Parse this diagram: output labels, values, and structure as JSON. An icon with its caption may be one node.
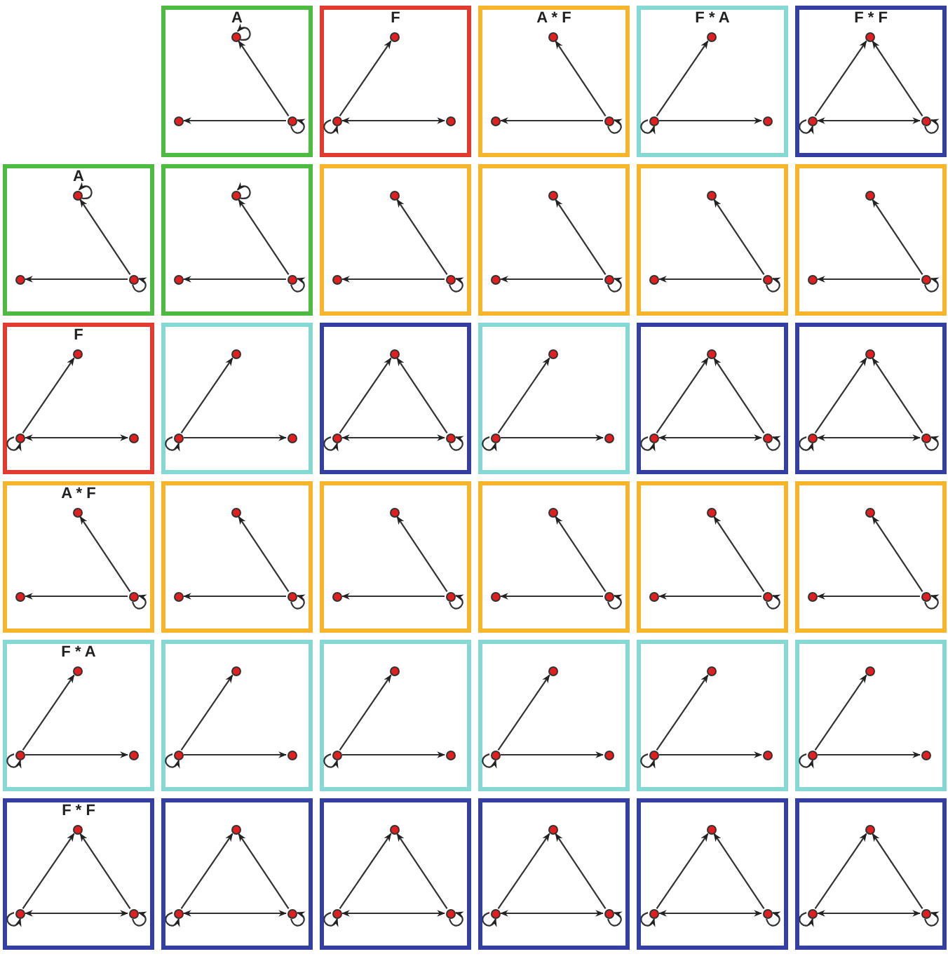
{
  "diagram": {
    "nodes": [
      {
        "text": [
          "A"
        ]
      },
      {
        "text": [],
        "shape": "circle",
        "in": 0
      },
      {
        "text": [],
        "shape": "circle",
        "in": 0
      },
      {
        "text": [],
        "shape": "circle",
        "in": 0
      },
      {
        "text": [
          "F"
        ]
      },
      {
        "text": [],
        "shape": "circle",
        "in": 4
      },
      {
        "text": [],
        "shape": "circle",
        "in": 4
      },
      {
        "text": [],
        "shape": "circle",
        "in": 4
      },
      {
        "text": [
          "A * F"
        ]
      },
      {
        "text": [],
        "shape": "circle",
        "in": 8
      },
      {
        "text": [],
        "shape": "circle",
        "in": 8
      },
      {
        "text": [],
        "shape": "circle",
        "in": 8
      },
      {
        "text": [
          "F * A"
        ]
      },
      {
        "text": [],
        "shape": "circle",
        "in": 12
      },
      {
        "text": [],
        "shape": "circle",
        "in": 12
      },
      {
        "text": [],
        "shape": "circle",
        "in": 12
      },
      {
        "text": [
          "F * F"
        ]
      },
      {
        "text": [],
        "shape": "circle",
        "in": 16
      },
      {
        "text": [],
        "shape": "circle",
        "in": 16
      },
      {
        "text": [],
        "shape": "circle",
        "in": 16
      },
      {
        "text": [
          "A"
        ]
      },
      {
        "text": [],
        "shape": "circle",
        "in": 20
      },
      {
        "text": [],
        "shape": "circle",
        "in": 20
      },
      {
        "text": [],
        "shape": "circle",
        "in": 20
      },
      {
        "text": [],
        "shape": "box"
      },
      {
        "text": [],
        "shape": "circle",
        "in": 24
      },
      {
        "text": [],
        "shape": "circle",
        "in": 24
      },
      {
        "text": [],
        "shape": "circle",
        "in": 24
      },
      {
        "text": [],
        "shape": "box"
      },
      {
        "text": [],
        "shape": "circle",
        "in": 28
      },
      {
        "text": [],
        "shape": "circle",
        "in": 28
      },
      {
        "text": [],
        "shape": "circle",
        "in": 28
      },
      {
        "text": [],
        "shape": "box"
      },
      {
        "text": [],
        "shape": "circle",
        "in": 32
      },
      {
        "text": [],
        "shape": "circle",
        "in": 32
      },
      {
        "text": [],
        "shape": "circle",
        "in": 32
      },
      {
        "text": [],
        "shape": "box"
      },
      {
        "text": [],
        "shape": "circle",
        "in": 36
      },
      {
        "text": [],
        "shape": "circle",
        "in": 36
      },
      {
        "text": [],
        "shape": "circle",
        "in": 36
      },
      {
        "text": [],
        "shape": "box"
      },
      {
        "text": [],
        "shape": "circle",
        "in": 40
      },
      {
        "text": [],
        "shape": "circle",
        "in": 40
      },
      {
        "text": [],
        "shape": "circle",
        "in": 40
      },
      {
        "text": [
          "F"
        ]
      },
      {
        "text": [],
        "shape": "circle",
        "in": 44
      },
      {
        "text": [],
        "shape": "circle",
        "in": 44
      },
      {
        "text": [],
        "shape": "circle",
        "in": 44
      },
      {
        "text": [],
        "shape": "box"
      },
      {
        "text": [],
        "shape": "circle",
        "in": 48
      },
      {
        "text": [],
        "shape": "circle",
        "in": 48
      },
      {
        "text": [],
        "shape": "circle",
        "in": 48
      },
      {
        "text": [],
        "shape": "box"
      },
      {
        "text": [],
        "shape": "circle",
        "in": 52
      },
      {
        "text": [],
        "shape": "circle",
        "in": 52
      },
      {
        "text": [],
        "shape": "circle",
        "in": 52
      },
      {
        "text": [],
        "shape": "box"
      },
      {
        "text": [],
        "shape": "circle",
        "in": 56
      },
      {
        "text": [],
        "shape": "circle",
        "in": 56
      },
      {
        "text": [],
        "shape": "circle",
        "in": 56
      },
      {
        "text": [],
        "shape": "box"
      },
      {
        "text": [],
        "shape": "circle",
        "in": 60
      },
      {
        "text": [],
        "shape": "circle",
        "in": 60
      },
      {
        "text": [],
        "shape": "circle",
        "in": 60
      },
      {
        "text": [],
        "shape": "box"
      },
      {
        "text": [],
        "shape": "circle",
        "in": 64
      },
      {
        "text": [],
        "shape": "circle",
        "in": 64
      },
      {
        "text": [],
        "shape": "circle",
        "in": 64
      },
      {
        "text": [
          "A * F"
        ]
      },
      {
        "text": [],
        "shape": "circle",
        "in": 68
      },
      {
        "text": [],
        "shape": "circle",
        "in": 68
      },
      {
        "text": [],
        "shape": "circle",
        "in": 68
      },
      {
        "text": [],
        "shape": "box"
      },
      {
        "text": [],
        "shape": "circle",
        "in": 72
      },
      {
        "text": [],
        "shape": "circle",
        "in": 72
      },
      {
        "text": [],
        "shape": "circle",
        "in": 72
      },
      {
        "text": [],
        "shape": "box"
      },
      {
        "text": [],
        "shape": "circle",
        "in": 76
      },
      {
        "text": [],
        "shape": "circle",
        "in": 76
      },
      {
        "text": [],
        "shape": "circle",
        "in": 76
      },
      {
        "text": [],
        "shape": "box"
      },
      {
        "text": [],
        "shape": "circle",
        "in": 80
      },
      {
        "text": [],
        "shape": "circle",
        "in": 80
      },
      {
        "text": [],
        "shape": "circle",
        "in": 80
      },
      {
        "text": [],
        "shape": "box"
      },
      {
        "text": [],
        "shape": "circle",
        "in": 84
      },
      {
        "text": [],
        "shape": "circle",
        "in": 84
      },
      {
        "text": [],
        "shape": "circle",
        "in": 84
      },
      {
        "text": [],
        "shape": "box"
      },
      {
        "text": [],
        "shape": "circle",
        "in": 88
      },
      {
        "text": [],
        "shape": "circle",
        "in": 88
      },
      {
        "text": [],
        "shape": "circle",
        "in": 88
      },
      {
        "text": [
          "F * A"
        ]
      },
      {
        "text": [],
        "shape": "circle",
        "in": 92
      },
      {
        "text": [],
        "shape": "circle",
        "in": 92
      },
      {
        "text": [],
        "shape": "circle",
        "in": 92
      },
      {
        "text": [],
        "shape": "box"
      },
      {
        "text": [],
        "shape": "circle",
        "in": 96
      },
      {
        "text": [],
        "shape": "circle",
        "in": 96
      },
      {
        "text": [],
        "shape": "circle",
        "in": 96
      },
      {
        "text": [],
        "shape": "box"
      },
      {
        "text": [],
        "shape": "circle",
        "in": 100
      },
      {
        "text": [],
        "shape": "circle",
        "in": 100
      },
      {
        "text": [],
        "shape": "circle",
        "in": 100
      },
      {
        "text": [],
        "shape": "box"
      },
      {
        "text": [],
        "shape": "circle",
        "in": 104
      },
      {
        "text": [],
        "shape": "circle",
        "in": 104
      },
      {
        "text": [],
        "shape": "circle",
        "in": 104
      },
      {
        "text": [],
        "shape": "box"
      },
      {
        "text": [],
        "shape": "circle",
        "in": 108
      },
      {
        "text": [],
        "shape": "circle",
        "in": 108
      },
      {
        "text": [],
        "shape": "circle",
        "in": 108
      },
      {
        "text": [],
        "shape": "box"
      },
      {
        "text": [],
        "shape": "circle",
        "in": 112
      },
      {
        "text": [],
        "shape": "circle",
        "in": 112
      },
      {
        "text": [],
        "shape": "circle",
        "in": 112
      },
      {
        "text": [
          "F * F"
        ]
      },
      {
        "text": [],
        "shape": "circle",
        "in": 116
      },
      {
        "text": [],
        "shape": "circle",
        "in": 116
      },
      {
        "text": [],
        "shape": "circle",
        "in": 116
      },
      {
        "text": [],
        "shape": "box"
      },
      {
        "text": [],
        "shape": "circle",
        "in": 120
      },
      {
        "text": [],
        "shape": "circle",
        "in": 120
      },
      {
        "text": [],
        "shape": "circle",
        "in": 120
      },
      {
        "text": [],
        "shape": "box"
      },
      {
        "text": [],
        "shape": "circle",
        "in": 124
      },
      {
        "text": [],
        "shape": "circle",
        "in": 124
      },
      {
        "text": [],
        "shape": "circle",
        "in": 124
      },
      {
        "text": [],
        "shape": "box"
      },
      {
        "text": [],
        "shape": "circle",
        "in": 128
      },
      {
        "text": [],
        "shape": "circle",
        "in": 128
      },
      {
        "text": [],
        "shape": "circle",
        "in": 128
      },
      {
        "text": [],
        "shape": "box"
      },
      {
        "text": [],
        "shape": "circle",
        "in": 132
      },
      {
        "text": [],
        "shape": "circle",
        "in": 132
      },
      {
        "text": [],
        "shape": "circle",
        "in": 132
      },
      {
        "text": [],
        "shape": "box"
      },
      {
        "text": [],
        "shape": "circle",
        "in": 136
      },
      {
        "text": [],
        "shape": "circle",
        "in": 136
      },
      {
        "text": [],
        "shape": "circle",
        "in": 136
      }
    ],
    "edges": [
      {
        "from": 3,
        "to": 1,
        "arrow": "to"
      },
      {
        "from": 3,
        "to": 2,
        "arrow": "to"
      },
      {
        "from": 1,
        "to": 1,
        "arrow": "to"
      },
      {
        "from": 3,
        "to": 3,
        "arrow": "to"
      },
      {
        "from": 6,
        "to": 5,
        "arrow": "to"
      },
      {
        "from": 6,
        "to": 7,
        "arrow": "both"
      },
      {
        "from": 6,
        "to": 6,
        "arrow": "to"
      },
      {
        "from": 11,
        "to": 9,
        "arrow": "to"
      },
      {
        "from": 11,
        "to": 10,
        "arrow": "to"
      },
      {
        "from": 11,
        "to": 11,
        "arrow": "to"
      },
      {
        "from": 14,
        "to": 13,
        "arrow": "to"
      },
      {
        "from": 14,
        "to": 15,
        "arrow": "to"
      },
      {
        "from": 14,
        "to": 14,
        "arrow": "to"
      },
      {
        "from": 18,
        "to": 17,
        "arrow": "to"
      },
      {
        "from": 19,
        "to": 17,
        "arrow": "to"
      },
      {
        "from": 18,
        "to": 19,
        "arrow": "both"
      },
      {
        "from": 18,
        "to": 18,
        "arrow": "to"
      },
      {
        "from": 19,
        "to": 19,
        "arrow": "to"
      },
      {
        "from": 23,
        "to": 21,
        "arrow": "to"
      },
      {
        "from": 23,
        "to": 22,
        "arrow": "to"
      },
      {
        "from": 21,
        "to": 21,
        "arrow": "to"
      },
      {
        "from": 23,
        "to": 23,
        "arrow": "to"
      },
      {
        "from": 27,
        "to": 25,
        "arrow": "to"
      },
      {
        "from": 27,
        "to": 26,
        "arrow": "to"
      },
      {
        "from": 25,
        "to": 25,
        "arrow": "to"
      },
      {
        "from": 27,
        "to": 27,
        "arrow": "to"
      },
      {
        "from": 31,
        "to": 29,
        "arrow": "to"
      },
      {
        "from": 31,
        "to": 30,
        "arrow": "to"
      },
      {
        "from": 31,
        "to": 31,
        "arrow": "to"
      },
      {
        "from": 35,
        "to": 33,
        "arrow": "to"
      },
      {
        "from": 35,
        "to": 34,
        "arrow": "to"
      },
      {
        "from": 35,
        "to": 35,
        "arrow": "to"
      },
      {
        "from": 39,
        "to": 37,
        "arrow": "to"
      },
      {
        "from": 39,
        "to": 38,
        "arrow": "to"
      },
      {
        "from": 39,
        "to": 39,
        "arrow": "to"
      },
      {
        "from": 43,
        "to": 41,
        "arrow": "to"
      },
      {
        "from": 43,
        "to": 42,
        "arrow": "to"
      },
      {
        "from": 43,
        "to": 43,
        "arrow": "to"
      },
      {
        "from": 46,
        "to": 45,
        "arrow": "to"
      },
      {
        "from": 46,
        "to": 47,
        "arrow": "both"
      },
      {
        "from": 46,
        "to": 46,
        "arrow": "to"
      },
      {
        "from": 50,
        "to": 49,
        "arrow": "to"
      },
      {
        "from": 50,
        "to": 51,
        "arrow": "to"
      },
      {
        "from": 50,
        "to": 50,
        "arrow": "to"
      },
      {
        "from": 54,
        "to": 53,
        "arrow": "to"
      },
      {
        "from": 55,
        "to": 53,
        "arrow": "to"
      },
      {
        "from": 54,
        "to": 55,
        "arrow": "both"
      },
      {
        "from": 54,
        "to": 54,
        "arrow": "to"
      },
      {
        "from": 55,
        "to": 55,
        "arrow": "to"
      },
      {
        "from": 58,
        "to": 57,
        "arrow": "to"
      },
      {
        "from": 58,
        "to": 59,
        "arrow": "to"
      },
      {
        "from": 58,
        "to": 58,
        "arrow": "to"
      },
      {
        "from": 62,
        "to": 61,
        "arrow": "to"
      },
      {
        "from": 63,
        "to": 61,
        "arrow": "to"
      },
      {
        "from": 62,
        "to": 63,
        "arrow": "both"
      },
      {
        "from": 62,
        "to": 62,
        "arrow": "to"
      },
      {
        "from": 63,
        "to": 63,
        "arrow": "to"
      },
      {
        "from": 66,
        "to": 65,
        "arrow": "to"
      },
      {
        "from": 67,
        "to": 65,
        "arrow": "to"
      },
      {
        "from": 66,
        "to": 67,
        "arrow": "both"
      },
      {
        "from": 66,
        "to": 66,
        "arrow": "to"
      },
      {
        "from": 67,
        "to": 67,
        "arrow": "to"
      },
      {
        "from": 71,
        "to": 69,
        "arrow": "to"
      },
      {
        "from": 71,
        "to": 70,
        "arrow": "to"
      },
      {
        "from": 71,
        "to": 71,
        "arrow": "to"
      },
      {
        "from": 75,
        "to": 73,
        "arrow": "to"
      },
      {
        "from": 75,
        "to": 74,
        "arrow": "to"
      },
      {
        "from": 75,
        "to": 75,
        "arrow": "to"
      },
      {
        "from": 79,
        "to": 77,
        "arrow": "to"
      },
      {
        "from": 79,
        "to": 78,
        "arrow": "to"
      },
      {
        "from": 79,
        "to": 79,
        "arrow": "to"
      },
      {
        "from": 83,
        "to": 81,
        "arrow": "to"
      },
      {
        "from": 83,
        "to": 82,
        "arrow": "to"
      },
      {
        "from": 83,
        "to": 83,
        "arrow": "to"
      },
      {
        "from": 87,
        "to": 85,
        "arrow": "to"
      },
      {
        "from": 87,
        "to": 86,
        "arrow": "to"
      },
      {
        "from": 87,
        "to": 87,
        "arrow": "to"
      },
      {
        "from": 91,
        "to": 89,
        "arrow": "to"
      },
      {
        "from": 91,
        "to": 90,
        "arrow": "to"
      },
      {
        "from": 91,
        "to": 91,
        "arrow": "to"
      },
      {
        "from": 94,
        "to": 93,
        "arrow": "to"
      },
      {
        "from": 94,
        "to": 95,
        "arrow": "to"
      },
      {
        "from": 94,
        "to": 94,
        "arrow": "to"
      },
      {
        "from": 98,
        "to": 97,
        "arrow": "to"
      },
      {
        "from": 98,
        "to": 99,
        "arrow": "to"
      },
      {
        "from": 98,
        "to": 98,
        "arrow": "to"
      },
      {
        "from": 102,
        "to": 101,
        "arrow": "to"
      },
      {
        "from": 102,
        "to": 103,
        "arrow": "to"
      },
      {
        "from": 102,
        "to": 102,
        "arrow": "to"
      },
      {
        "from": 106,
        "to": 105,
        "arrow": "to"
      },
      {
        "from": 106,
        "to": 107,
        "arrow": "to"
      },
      {
        "from": 106,
        "to": 106,
        "arrow": "to"
      },
      {
        "from": 110,
        "to": 109,
        "arrow": "to"
      },
      {
        "from": 110,
        "to": 111,
        "arrow": "to"
      },
      {
        "from": 110,
        "to": 110,
        "arrow": "to"
      },
      {
        "from": 114,
        "to": 113,
        "arrow": "to"
      },
      {
        "from": 114,
        "to": 115,
        "arrow": "to"
      },
      {
        "from": 114,
        "to": 114,
        "arrow": "to"
      },
      {
        "from": 118,
        "to": 117,
        "arrow": "to"
      },
      {
        "from": 119,
        "to": 117,
        "arrow": "to"
      },
      {
        "from": 118,
        "to": 119,
        "arrow": "both"
      },
      {
        "from": 118,
        "to": 118,
        "arrow": "to"
      },
      {
        "from": 119,
        "to": 119,
        "arrow": "to"
      },
      {
        "from": 122,
        "to": 121,
        "arrow": "to"
      },
      {
        "from": 123,
        "to": 121,
        "arrow": "to"
      },
      {
        "from": 122,
        "to": 123,
        "arrow": "both"
      },
      {
        "from": 122,
        "to": 122,
        "arrow": "to"
      },
      {
        "from": 123,
        "to": 123,
        "arrow": "to"
      },
      {
        "from": 126,
        "to": 125,
        "arrow": "to"
      },
      {
        "from": 127,
        "to": 125,
        "arrow": "to"
      },
      {
        "from": 126,
        "to": 127,
        "arrow": "both"
      },
      {
        "from": 126,
        "to": 126,
        "arrow": "to"
      },
      {
        "from": 127,
        "to": 127,
        "arrow": "to"
      },
      {
        "from": 130,
        "to": 129,
        "arrow": "to"
      },
      {
        "from": 131,
        "to": 129,
        "arrow": "to"
      },
      {
        "from": 130,
        "to": 131,
        "arrow": "both"
      },
      {
        "from": 130,
        "to": 130,
        "arrow": "to"
      },
      {
        "from": 131,
        "to": 131,
        "arrow": "to"
      },
      {
        "from": 134,
        "to": 133,
        "arrow": "to"
      },
      {
        "from": 135,
        "to": 133,
        "arrow": "to"
      },
      {
        "from": 134,
        "to": 135,
        "arrow": "both"
      },
      {
        "from": 134,
        "to": 134,
        "arrow": "to"
      },
      {
        "from": 135,
        "to": 135,
        "arrow": "to"
      },
      {
        "from": 138,
        "to": 137,
        "arrow": "to"
      },
      {
        "from": 139,
        "to": 137,
        "arrow": "to"
      },
      {
        "from": 138,
        "to": 139,
        "arrow": "both"
      },
      {
        "from": 138,
        "to": 138,
        "arrow": "to"
      },
      {
        "from": 139,
        "to": 139,
        "arrow": "to"
      }
    ]
  }
}
